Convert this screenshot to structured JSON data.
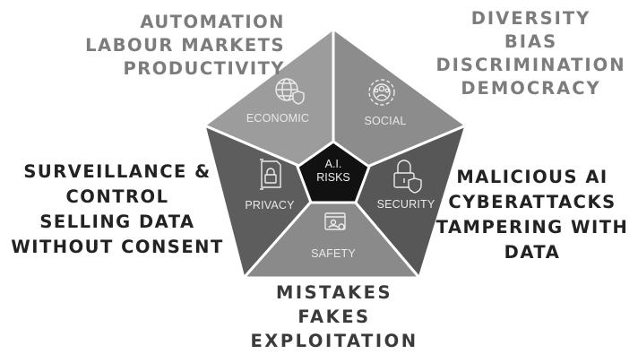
{
  "center": {
    "line1": "A.I.",
    "line2": "RISKS"
  },
  "segments": {
    "economic": {
      "label": "ECONOMIC",
      "icon": "globe-shield-icon",
      "color": "#9a9a9a"
    },
    "social": {
      "label": "SOCIAL",
      "icon": "people-gear-icon",
      "color": "#8f8f8f"
    },
    "security": {
      "label": "SECURITY",
      "icon": "lock-shield-icon",
      "color": "#565656"
    },
    "safety": {
      "label": "SAFETY",
      "icon": "browser-user-icon",
      "color": "#8b8b8b"
    },
    "privacy": {
      "label": "PRIVACY",
      "icon": "document-lock-icon",
      "color": "#5c5c5c"
    }
  },
  "outer_labels": {
    "economic": [
      "AUTOMATION",
      "LABOUR MARKETS",
      "PRODUCTIVITY"
    ],
    "social": [
      "DIVERSITY",
      "BIAS",
      "DISCRIMINATION",
      "DEMOCRACY"
    ],
    "privacy": [
      "SURVEILLANCE &",
      "CONTROL",
      "SELLING DATA",
      "WITHOUT CONSENT"
    ],
    "security": [
      "MALICIOUS AI",
      "CYBERATTACKS",
      "TAMPERING WITH",
      "DATA"
    ],
    "safety": [
      "MISTAKES",
      "FAKES",
      "EXPLOITATION"
    ]
  }
}
